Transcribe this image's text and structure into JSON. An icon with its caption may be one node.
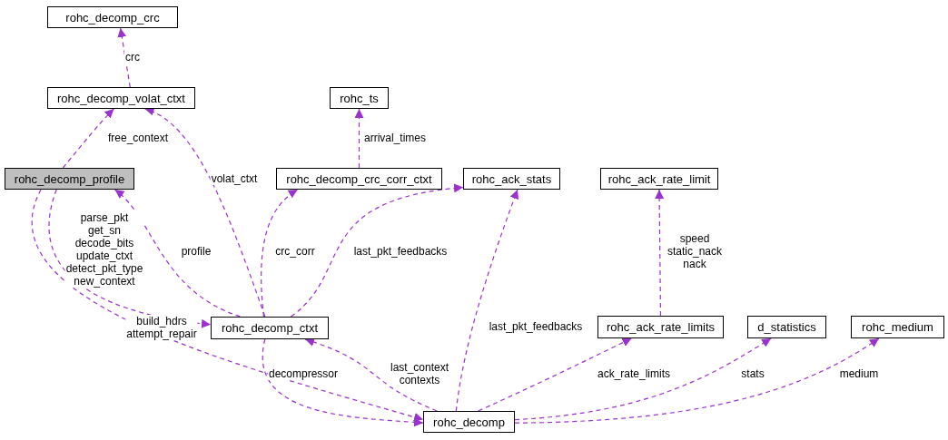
{
  "diagram": {
    "nodes": [
      {
        "text": [
          "rohc_decomp_crc"
        ]
      },
      {
        "text": [
          "rohc_decomp_volat_ctxt"
        ]
      },
      {
        "text": [
          "rohc_ts"
        ]
      },
      {
        "text": [
          "rohc_decomp_profile"
        ]
      },
      {
        "text": [
          "rohc_decomp_crc_corr_ctxt"
        ]
      },
      {
        "text": [
          "rohc_ack_stats"
        ]
      },
      {
        "text": [
          "rohc_ack_rate_limit"
        ]
      },
      {
        "text": [
          "rohc_decomp_ctxt"
        ]
      },
      {
        "text": [
          "rohc_ack_rate_limits"
        ]
      },
      {
        "text": [
          "d_statistics"
        ]
      },
      {
        "text": [
          "rohc_medium"
        ]
      },
      {
        "text": [
          "rohc_decomp"
        ]
      }
    ],
    "edges": [
      {
        "from": 1,
        "to": 0,
        "arrow": "to",
        "label": "crc"
      },
      {
        "from": 3,
        "to": 1,
        "arrow": "to",
        "label": "free_context"
      },
      {
        "from": 4,
        "to": 2,
        "arrow": "to",
        "label": "arrival_times"
      },
      {
        "from": 7,
        "to": 1,
        "arrow": "to",
        "label": "volat_ctxt"
      },
      {
        "from": 7,
        "to": 3,
        "arrow": "to",
        "label": "profile"
      },
      {
        "from": 7,
        "to": 4,
        "arrow": "to",
        "label": "crc_corr"
      },
      {
        "from": 7,
        "to": 5,
        "arrow": "to",
        "label": "last_pkt_feedbacks"
      },
      {
        "from": 3,
        "to": 7,
        "arrow": "to",
        "label": "parse_pkt get_sn decode_bits update_ctxt detect_pkt_type new_context"
      },
      {
        "from": 3,
        "to": 11,
        "arrow": "to",
        "label": "build_hdrs attempt_repair"
      },
      {
        "from": 7,
        "to": 11,
        "arrow": "to",
        "label": "decompressor"
      },
      {
        "from": 11,
        "to": 7,
        "arrow": "to",
        "label": "last_context contexts"
      },
      {
        "from": 11,
        "to": 5,
        "arrow": "to",
        "label": "last_pkt_feedbacks"
      },
      {
        "from": 8,
        "to": 6,
        "arrow": "to",
        "label": "speed static_nack nack"
      },
      {
        "from": 11,
        "to": 8,
        "arrow": "to",
        "label": "ack_rate_limits"
      },
      {
        "from": 11,
        "to": 9,
        "arrow": "to",
        "label": "stats"
      },
      {
        "from": 11,
        "to": 10,
        "arrow": "to",
        "label": "medium"
      }
    ]
  }
}
